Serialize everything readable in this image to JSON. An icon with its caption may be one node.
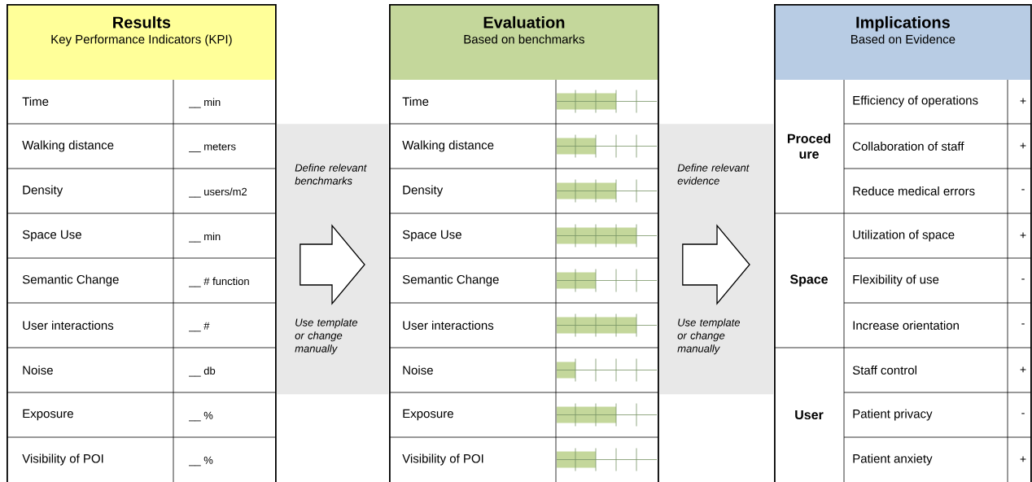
{
  "diagram": {
    "nodes": [
      {
        "text": [
          "Results",
          "Key Performance Indicators (KPI)"
        ]
      },
      {
        "text": [
          "Evaluation",
          "Based on benchmarks"
        ]
      },
      {
        "text": [
          "Implications",
          "Based on Evidence"
        ]
      },
      {
        "text": [
          "Define relevant benchmarks",
          "Use template or change manually"
        ]
      },
      {
        "text": [
          "Define relevant evidence",
          "Use template or change manually"
        ]
      }
    ],
    "edges": [
      {
        "from": 0,
        "to": 1,
        "arrow": "to"
      },
      {
        "from": 1,
        "to": 2,
        "arrow": "to"
      }
    ],
    "labels": [
      "Time",
      "__ min",
      "Walking distance",
      "__ meters",
      "Density",
      "__ users/m2",
      "Space Use",
      "__ min",
      "Semantic Change",
      "__ # function",
      "User interactions",
      "__ #",
      "Noise",
      "__ db",
      "Exposure",
      "__ %",
      "Visibility of POI",
      "__ %",
      "Time",
      "Walking distance",
      "Density",
      "Space Use",
      "Semantic Change",
      "User interactions",
      "Noise",
      "Exposure",
      "Visibility of POI",
      "Proced ure",
      "Efficiency of operations",
      "+",
      "Collaboration of staff",
      "+",
      "Reduce medical errors",
      "-",
      "Space",
      "Utilization of space",
      "+",
      "Flexibility of use",
      "-",
      "Increase orientation",
      "-",
      "User",
      "Staff control",
      "+",
      "Patient privacy",
      "-",
      "Patient anxiety",
      "+"
    ]
  }
}
